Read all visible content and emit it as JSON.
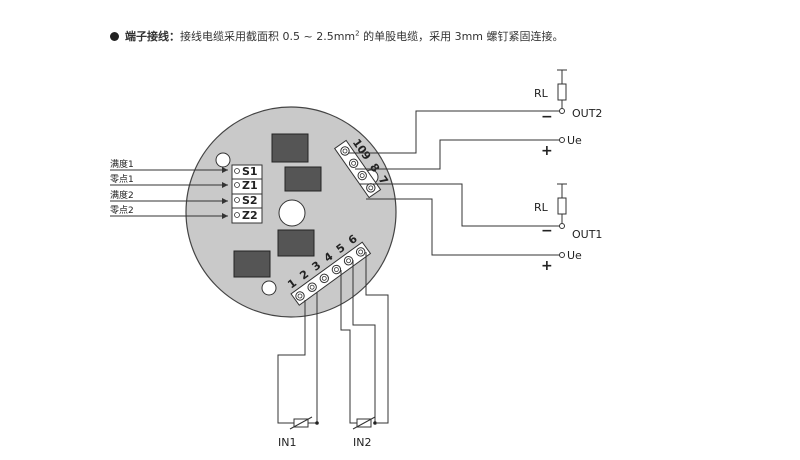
{
  "header": {
    "key": "端子接线：",
    "text_before_sup": "接线电缆采用截面积 0.5 ~ 2.5mm",
    "sup": "2",
    "text_after_sup": " 的单股电缆，采用 3mm 螺钉紧固连接。"
  },
  "left_labels": [
    "满度1",
    "零点1",
    "满度2",
    "零点2"
  ],
  "pot_labels": [
    "S1",
    "Z1",
    "S2",
    "Z2"
  ],
  "bottom_terminals": [
    "1",
    "2",
    "3",
    "4",
    "5",
    "6"
  ],
  "right_terminals": [
    "10",
    "9",
    "8",
    "7"
  ],
  "outputs": {
    "out2": {
      "resistor": "RL",
      "label": "OUT2",
      "sign": "−"
    },
    "ue_top": {
      "label": "Ue",
      "sign": "+"
    },
    "out1": {
      "resistor": "RL",
      "label": "OUT1",
      "sign": "−"
    },
    "ue_bottom": {
      "label": "Ue",
      "sign": "+"
    }
  },
  "inputs": [
    "IN1",
    "IN2"
  ]
}
